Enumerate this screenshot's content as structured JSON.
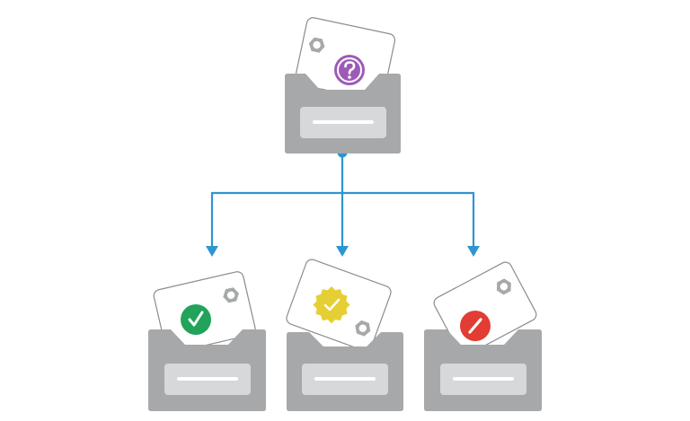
{
  "colors": {
    "background": "#ffffff",
    "folder": "#a6a8aa",
    "folder_label": "#d7d8d9",
    "label_line": "#ffffff",
    "card_fill": "#ffffff",
    "card_stroke": "#8a8c8f",
    "gear": "#a6a8aa",
    "connector": "#2e95cf"
  },
  "source": {
    "icon": "question-mark-icon",
    "status": "unknown",
    "color": "#9d5bb8"
  },
  "targets": [
    {
      "icon": "checkmark-icon",
      "status": "approved",
      "color": "#21a35a"
    },
    {
      "icon": "verified-badge-icon",
      "status": "pending",
      "color": "#e5cf35"
    },
    {
      "icon": "blocked-icon",
      "status": "rejected",
      "color": "#e23c34"
    }
  ]
}
